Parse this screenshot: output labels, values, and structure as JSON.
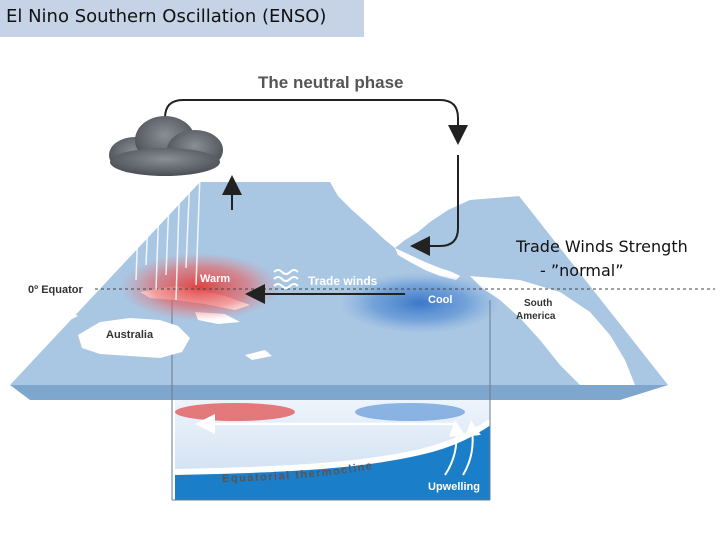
{
  "slide": {
    "title": "El Nino Southern Oscillation (ENSO)"
  },
  "diagram": {
    "heading": "The neutral phase",
    "labels": {
      "warm": "Warm",
      "cool": "Cool",
      "trade_winds": "Trade winds",
      "equator": "0º Equator",
      "australia": "Australia",
      "south_america": "South America",
      "thermocline": "Equatorial thermocline",
      "upwelling": "Upwelling"
    },
    "colors": {
      "ocean": "#a9c6e3",
      "ocean_edge": "#7fa6cd",
      "land": "#ffffff",
      "warm": "#e04040",
      "cool": "#3a7fd0",
      "deep_water": "#1a7fc8",
      "arrow": "#222222"
    }
  },
  "side_note": {
    "line1": "Trade Winds Strength",
    "line2": "- ”normal”"
  }
}
